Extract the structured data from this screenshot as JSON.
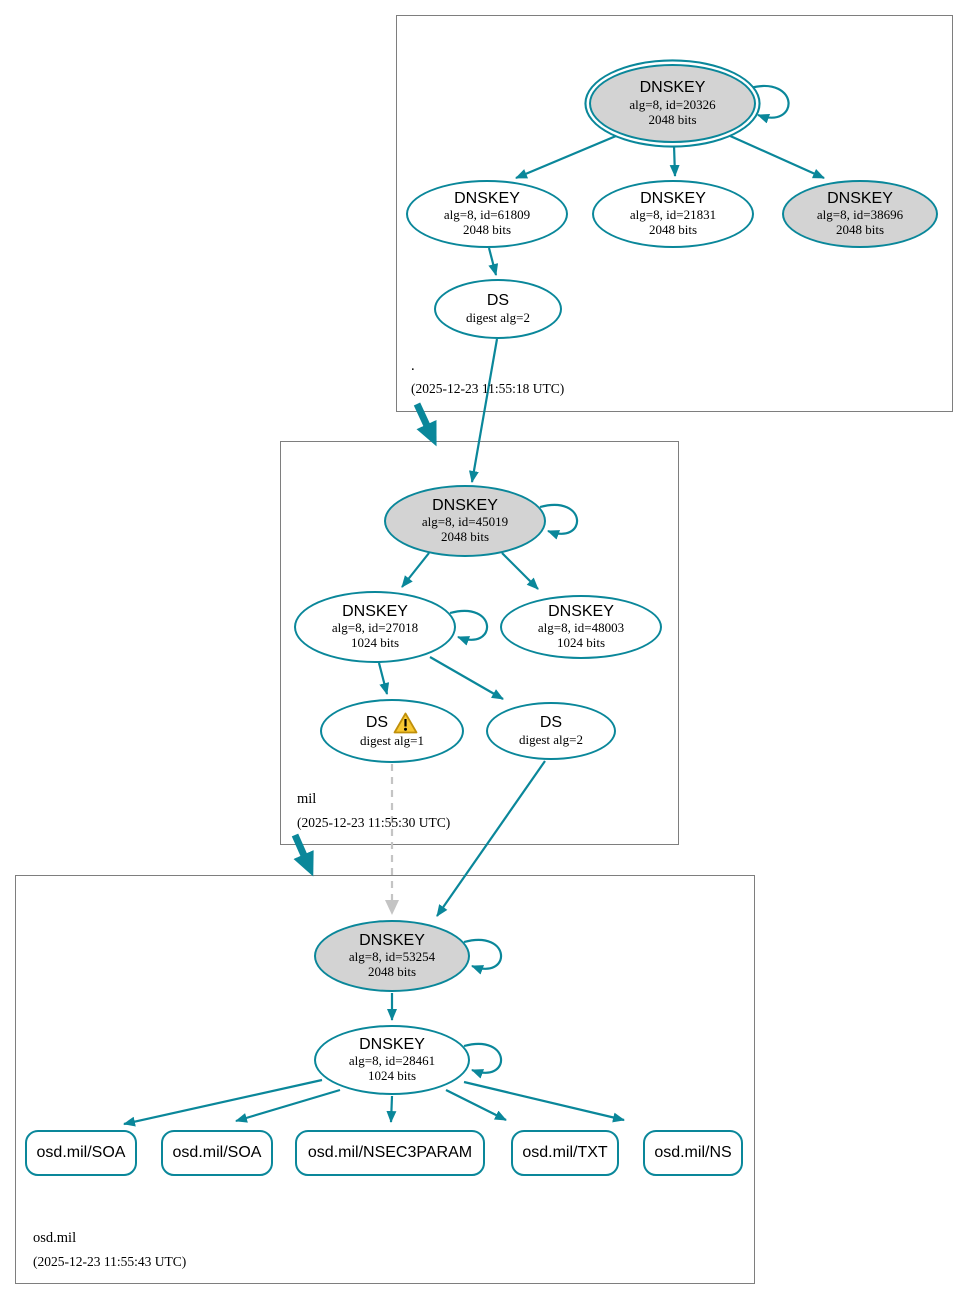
{
  "colors": {
    "secure": "#0a879a",
    "node_fill": "#d3d3d3",
    "box_border": "#7e7e7e",
    "dashed_gray": "#c4c4c4",
    "warning_fill": "#f8c832",
    "warning_border": "#c0900a",
    "text": "#000000"
  },
  "zones": {
    "root": {
      "label": ".",
      "timestamp": "(2025-12-23 11:55:18 UTC)",
      "nodes": {
        "ksk": {
          "title": "DNSKEY",
          "alg": "alg=8, id=20326",
          "bits": "2048 bits"
        },
        "zsk1": {
          "title": "DNSKEY",
          "alg": "alg=8, id=61809",
          "bits": "2048 bits"
        },
        "zsk2": {
          "title": "DNSKEY",
          "alg": "alg=8, id=21831",
          "bits": "2048 bits"
        },
        "zsk3": {
          "title": "DNSKEY",
          "alg": "alg=8, id=38696",
          "bits": "2048 bits"
        },
        "ds": {
          "title": "DS",
          "digest": "digest alg=2"
        }
      }
    },
    "mil": {
      "label": "mil",
      "timestamp": "(2025-12-23 11:55:30 UTC)",
      "nodes": {
        "ksk": {
          "title": "DNSKEY",
          "alg": "alg=8, id=45019",
          "bits": "2048 bits"
        },
        "zsk1": {
          "title": "DNSKEY",
          "alg": "alg=8, id=27018",
          "bits": "1024 bits"
        },
        "zsk2": {
          "title": "DNSKEY",
          "alg": "alg=8, id=48003",
          "bits": "1024 bits"
        },
        "ds1": {
          "title": "DS",
          "digest": "digest alg=1",
          "icon": "warning-triangle-icon"
        },
        "ds2": {
          "title": "DS",
          "digest": "digest alg=2"
        }
      }
    },
    "osd_mil": {
      "label": "osd.mil",
      "timestamp": "(2025-12-23 11:55:43 UTC)",
      "nodes": {
        "ksk": {
          "title": "DNSKEY",
          "alg": "alg=8, id=53254",
          "bits": "2048 bits"
        },
        "zsk": {
          "title": "DNSKEY",
          "alg": "alg=8, id=28461",
          "bits": "1024 bits"
        }
      },
      "rrsets": [
        {
          "label": "osd.mil/SOA"
        },
        {
          "label": "osd.mil/SOA"
        },
        {
          "label": "osd.mil/NSEC3PARAM"
        },
        {
          "label": "osd.mil/TXT"
        },
        {
          "label": "osd.mil/NS"
        }
      ]
    }
  }
}
